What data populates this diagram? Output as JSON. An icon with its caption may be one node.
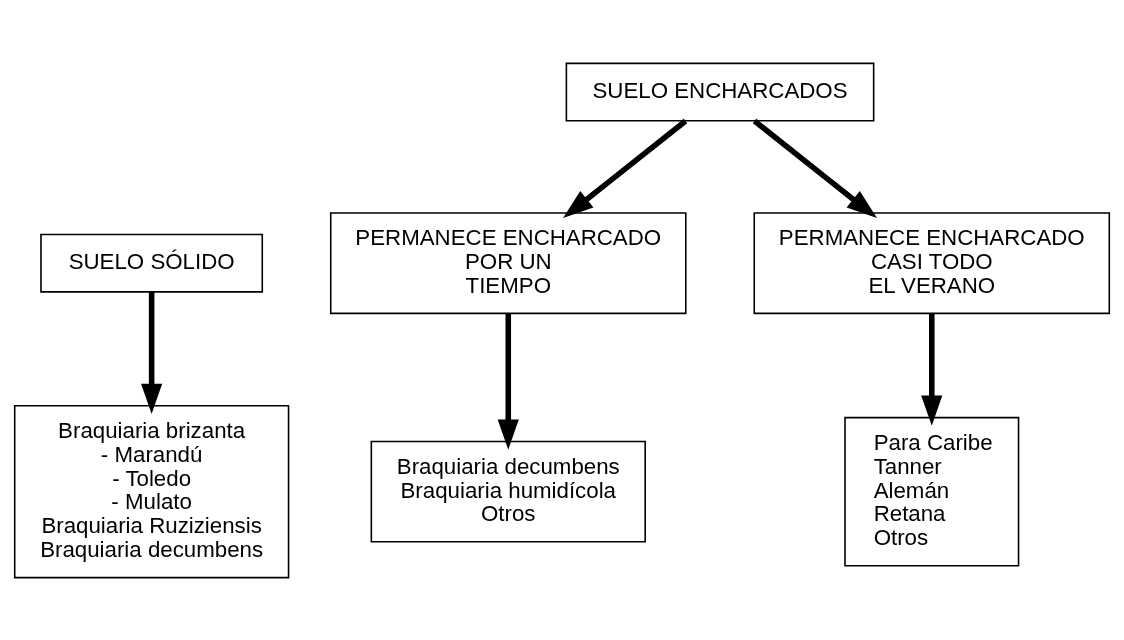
{
  "diagram": {
    "nodes": [
      {
        "text": [
          "SUELO SÓLIDO"
        ]
      },
      {
        "text": [
          "SUELO ENCHARCADOS"
        ]
      },
      {
        "text": [
          "PERMANECE ENCHARCADO POR UN TIEMPO"
        ]
      },
      {
        "text": [
          "PERMANECE ENCHARCADO CASI TODO EL VERANO"
        ]
      },
      {
        "text": [
          "Braquiaria brizanta",
          "- Marandú",
          "- Toledo",
          "- Mulato",
          "Braquiaria Ruziziensis",
          "Braquiaria decumbens"
        ]
      },
      {
        "text": [
          "Braquiaria decumbens",
          "Braquiaria humidícola",
          "Otros"
        ]
      },
      {
        "text": [
          "Para Caribe",
          "Tanner",
          "Alemán",
          "Retana",
          "Otros"
        ]
      }
    ],
    "edges": [
      {
        "from": 0,
        "to": 4,
        "arrow": "to"
      },
      {
        "from": 1,
        "to": 2,
        "arrow": "to"
      },
      {
        "from": 1,
        "to": 3,
        "arrow": "to"
      },
      {
        "from": 2,
        "to": 5,
        "arrow": "to"
      },
      {
        "from": 3,
        "to": 6,
        "arrow": "to"
      }
    ]
  }
}
